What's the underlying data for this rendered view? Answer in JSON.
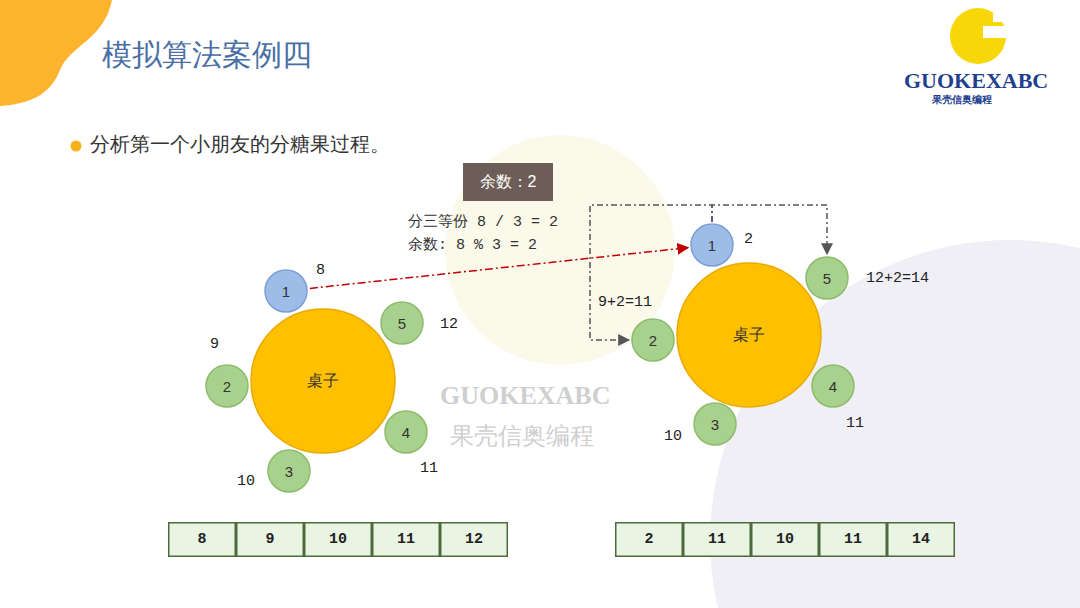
{
  "diagram": {
    "title": "模拟算法案例四",
    "nodes": [
      {
        "text": [
          "余数：2"
        ]
      },
      {
        "text": [
          "桌子"
        ]
      },
      {
        "text": [
          "1"
        ]
      },
      {
        "text": [
          "2"
        ]
      },
      {
        "text": [
          "3"
        ]
      },
      {
        "text": [
          "4"
        ]
      },
      {
        "text": [
          "5"
        ]
      },
      {
        "text": [
          "桌子"
        ]
      },
      {
        "text": [
          "1"
        ]
      },
      {
        "text": [
          "2"
        ]
      },
      {
        "text": [
          "3"
        ]
      },
      {
        "text": [
          "4"
        ]
      },
      {
        "text": [
          "5"
        ]
      },
      {
        "text": [
          "8"
        ]
      },
      {
        "text": [
          "9"
        ]
      },
      {
        "text": [
          "10"
        ]
      },
      {
        "text": [
          "11"
        ]
      },
      {
        "text": [
          "12"
        ]
      },
      {
        "text": [
          "2"
        ]
      },
      {
        "text": [
          "11"
        ]
      },
      {
        "text": [
          "10"
        ]
      },
      {
        "text": [
          "11"
        ]
      },
      {
        "text": [
          "14"
        ]
      }
    ],
    "edges": [
      {
        "from": 2,
        "to": 8,
        "arrow": "to"
      },
      {
        "from": 8,
        "to": 9,
        "arrow": "to"
      },
      {
        "from": 8,
        "to": 12,
        "arrow": "to"
      }
    ],
    "labels": [
      "分析第一个小朋友的分糖果过程。",
      "分三等份 8 / 3 = 2",
      "余数: 8 % 3 = 2",
      "8",
      "9",
      "10",
      "11",
      "12",
      "2",
      "9+2=11",
      "10",
      "11",
      "12+2=14",
      "GUOKEXABC",
      "果壳信奥编程",
      "GUOKEXABC",
      "果壳信奥编程"
    ]
  }
}
